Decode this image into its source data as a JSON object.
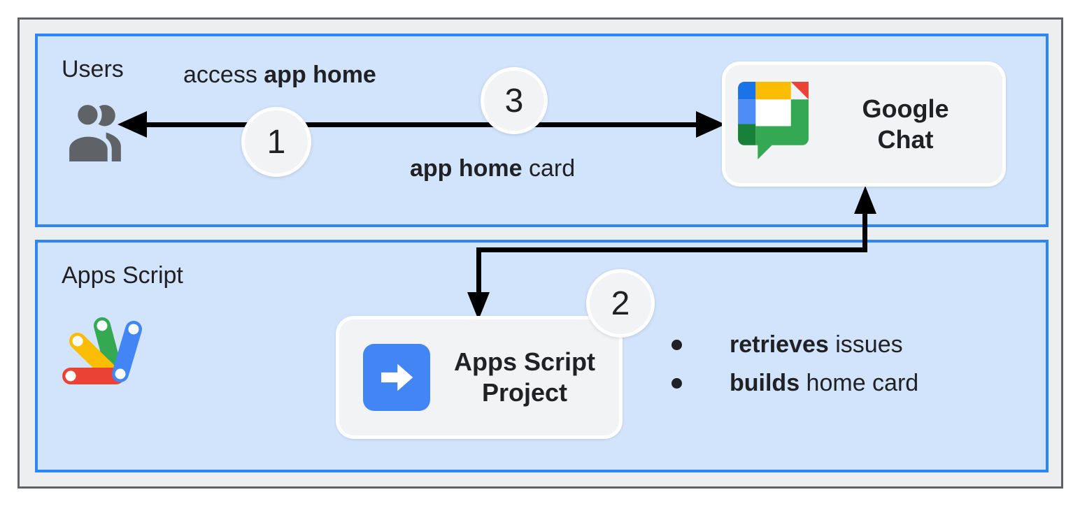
{
  "panels": {
    "users": {
      "label": "Users"
    },
    "apps_script": {
      "label": "Apps Script"
    }
  },
  "nodes": {
    "google_chat": {
      "lines": [
        "Google",
        "Chat"
      ]
    },
    "apps_script_project": {
      "lines": [
        "Apps Script",
        "Project"
      ]
    }
  },
  "steps": {
    "step1": "1",
    "step2": "2",
    "step3": "3"
  },
  "labels": {
    "access": {
      "regular": "access ",
      "bold": "app home"
    },
    "card": {
      "bold": "app home",
      "regular": " card"
    }
  },
  "bullets": [
    {
      "bold": "retrieves",
      "regular": " issues"
    },
    {
      "bold": "builds",
      "regular": " home card"
    }
  ],
  "icons": {
    "users_icon": "people",
    "google_chat_logo": "google-chat",
    "apps_script_logo": "apps-script",
    "project_arrow_icon": "arrow-right-white-on-blue",
    "arrowheads": [
      "left",
      "right",
      "up",
      "down"
    ]
  },
  "colors": {
    "panel_fill": "#d2e3fc",
    "panel_border": "#2e85f8",
    "frame_fill": "#eceef0",
    "frame_border": "#5f6368",
    "node_fill": "#f1f3f4",
    "badge_fill": "#f1f3f4",
    "arrow": "#000000",
    "text": "#202124",
    "icon_gray": "#5f6368",
    "google_blue": "#4285f4",
    "google_light_blue": "#4e8df7",
    "google_dark_blue": "#1a73e8",
    "google_red": "#ea4335",
    "google_yellow": "#fbbc04",
    "google_green": "#34a853",
    "google_dark_green": "#188038"
  }
}
